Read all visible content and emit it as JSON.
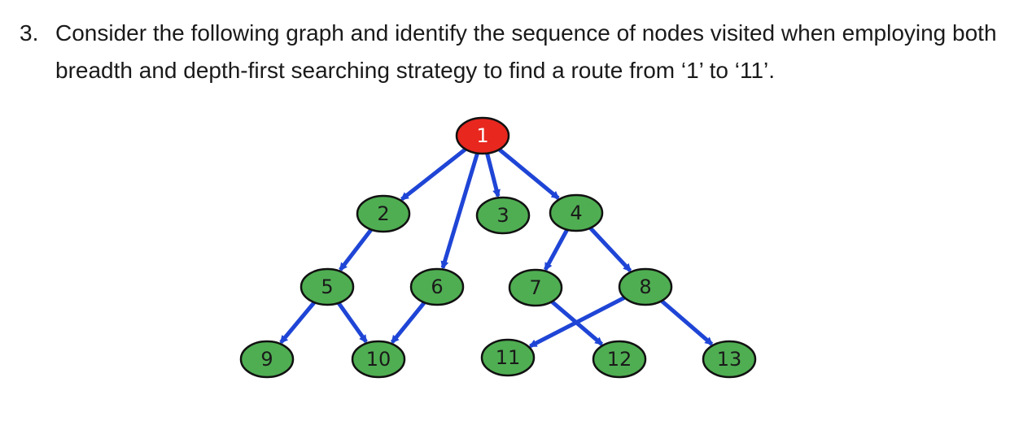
{
  "question": {
    "number": "3.",
    "text": "Consider the following graph and identify the sequence of nodes visited when employing both breadth and depth-first searching strategy to find a route from ‘1’ to ‘11’."
  },
  "colors": {
    "root_fill": "#e8271f",
    "node_fill": "#4fae52",
    "node_stroke": "#111111",
    "edge": "#1f45d6"
  },
  "graph": {
    "nodes": [
      {
        "id": "1",
        "label": "1",
        "root": true
      },
      {
        "id": "2",
        "label": "2"
      },
      {
        "id": "3",
        "label": "3"
      },
      {
        "id": "4",
        "label": "4"
      },
      {
        "id": "5",
        "label": "5"
      },
      {
        "id": "6",
        "label": "6"
      },
      {
        "id": "7",
        "label": "7"
      },
      {
        "id": "8",
        "label": "8"
      },
      {
        "id": "9",
        "label": "9"
      },
      {
        "id": "10",
        "label": "10"
      },
      {
        "id": "11",
        "label": "11"
      },
      {
        "id": "12",
        "label": "12"
      },
      {
        "id": "13",
        "label": "13"
      }
    ],
    "edges": [
      {
        "from": "1",
        "to": "2"
      },
      {
        "from": "1",
        "to": "3"
      },
      {
        "from": "1",
        "to": "4"
      },
      {
        "from": "1",
        "to": "6"
      },
      {
        "from": "2",
        "to": "5"
      },
      {
        "from": "4",
        "to": "7"
      },
      {
        "from": "4",
        "to": "8"
      },
      {
        "from": "5",
        "to": "9"
      },
      {
        "from": "5",
        "to": "10"
      },
      {
        "from": "6",
        "to": "10"
      },
      {
        "from": "7",
        "to": "12"
      },
      {
        "from": "8",
        "to": "11"
      },
      {
        "from": "8",
        "to": "13"
      }
    ]
  }
}
